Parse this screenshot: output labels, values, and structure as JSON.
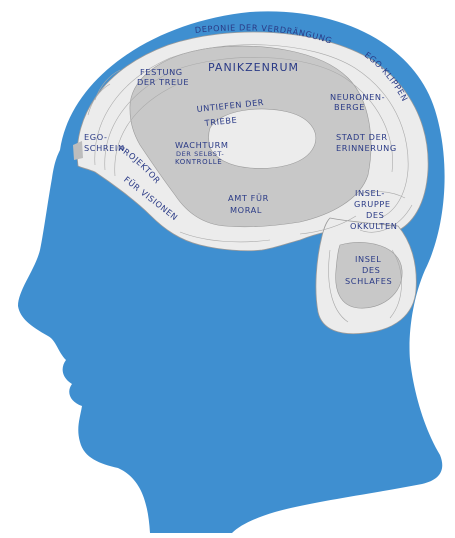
{
  "colors": {
    "head": "#3f8fd0",
    "brain_outer": "#ececec",
    "brain_inner": "#c8c8c8",
    "text": "#2a3a86",
    "lines": "#9a9a9a"
  },
  "labels": {
    "deponie": "DEPONIE DER VERDRÄNGUNG",
    "klippen": "EGO-KLIPPEN",
    "panikzentrum": "PANIKZENRUM",
    "festung_1": "FESTUNG",
    "festung_2": "DER TREUE",
    "untiefen_1": "UNTIEFEN DER",
    "untiefen_2": "TRIEBE",
    "neuronen_1": "NEURONEN-",
    "neuronen_2": "BERGE",
    "ego_1": "EGO-",
    "ego_2": "SCHREIN",
    "wachturm_1": "WACHTURM",
    "wachturm_2": "DER SELBST-",
    "wachturm_3": "KONTROLLE",
    "stadt_1": "STADT DER",
    "stadt_2": "ERINNERUNG",
    "projektor_1": "PROJEKTOR",
    "projektor_2": "FÜR VISIONEN",
    "amt_1": "AMT FÜR",
    "amt_2": "MORAL",
    "insel_okk_1": "INSEL-",
    "insel_okk_2": "GRUPPE",
    "insel_okk_3": "DES",
    "insel_okk_4": "OKKULTEN",
    "insel_schlaf_1": "INSEL",
    "insel_schlaf_2": "DES",
    "insel_schlaf_3": "SCHLAFES"
  }
}
